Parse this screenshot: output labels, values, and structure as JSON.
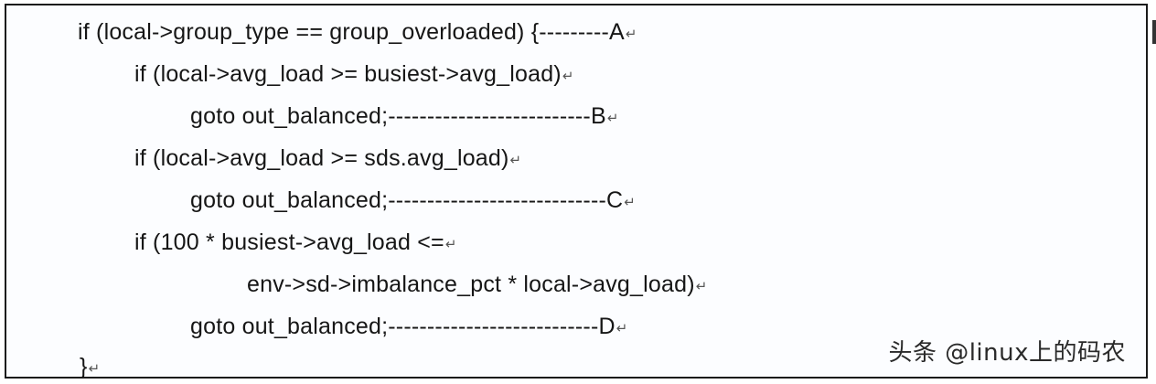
{
  "document": {
    "lines": [
      {
        "indent": 0,
        "text": "if (local->group_type == group_overloaded) {---------A"
      },
      {
        "indent": 1,
        "text": "if (local->avg_load >= busiest->avg_load)"
      },
      {
        "indent": 2,
        "text": "goto out_balanced;--------------------------B"
      },
      {
        "indent": 1,
        "text": "if (local->avg_load >= sds.avg_load)"
      },
      {
        "indent": 2,
        "text": "goto out_balanced;----------------------------C"
      },
      {
        "indent": 1,
        "text": "if (100 * busiest->avg_load <="
      },
      {
        "indent": 3,
        "text": "env->sd->imbalance_pct * local->avg_load)"
      },
      {
        "indent": 2,
        "text": "goto out_balanced;---------------------------D"
      },
      {
        "indent": 0,
        "text": "}"
      }
    ],
    "paragraph_mark": "↵"
  },
  "watermark": {
    "text": "头条 @linux上的码农"
  }
}
